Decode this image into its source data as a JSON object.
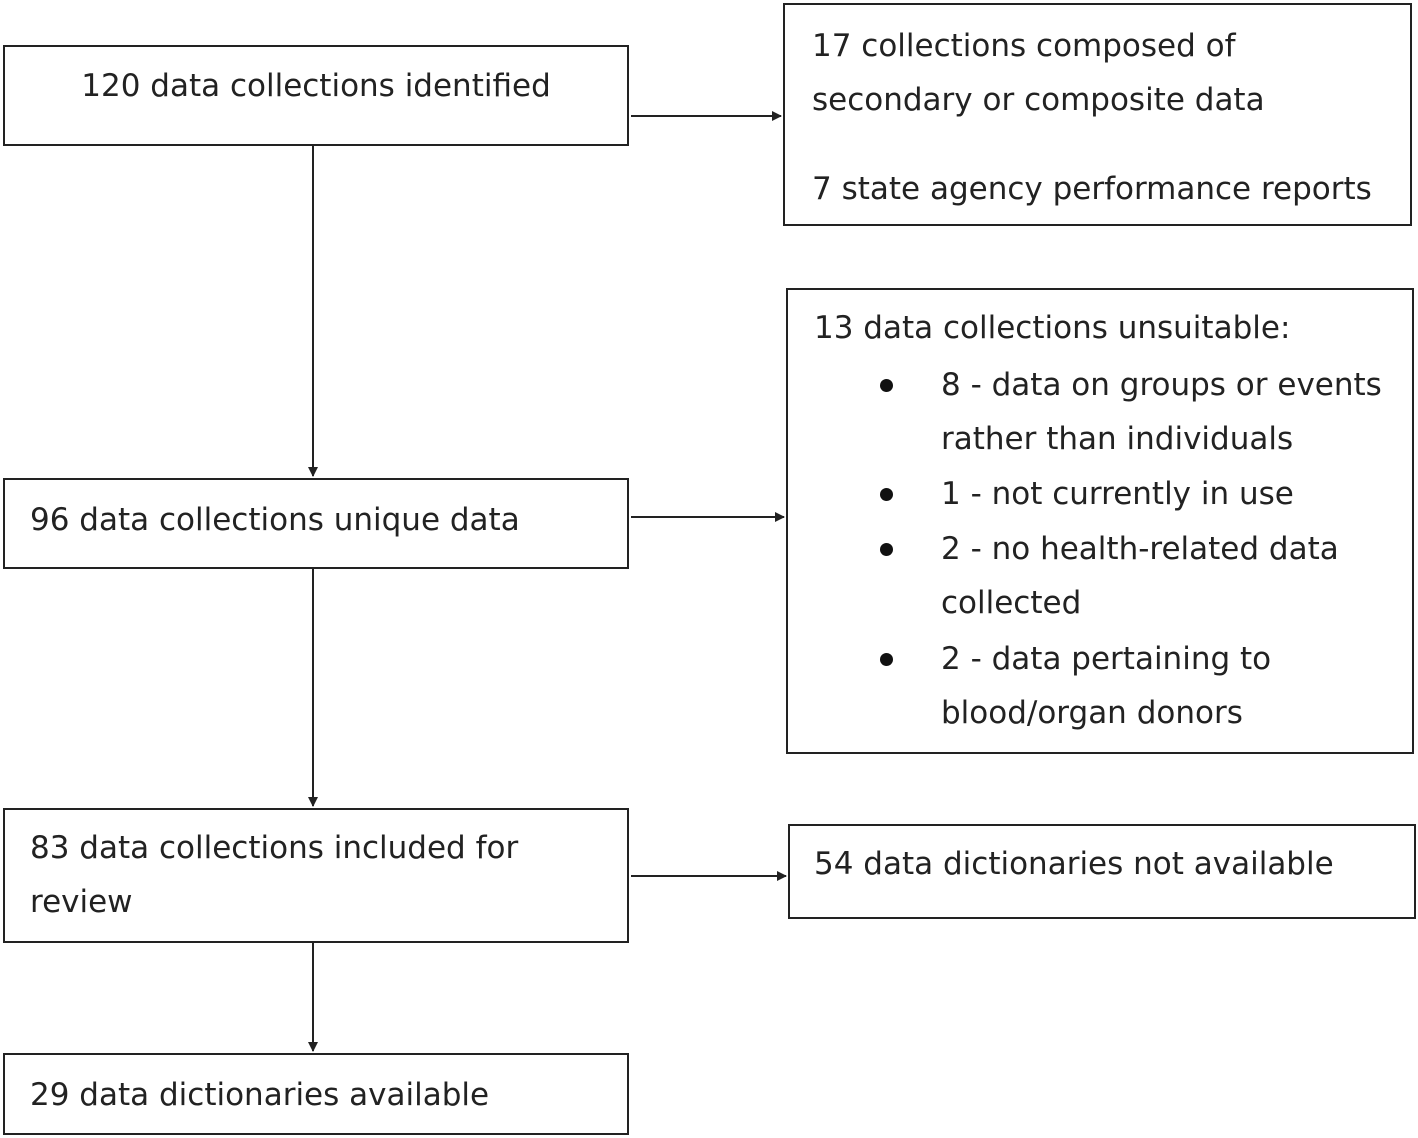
{
  "boxes": {
    "identified": "120 data collections identified",
    "excluded_first": {
      "line1": "17 collections composed of",
      "line2": "secondary or composite data",
      "line3": "7 state agency performance reports"
    },
    "unique": "96 data collections unique data",
    "unsuitable": {
      "heading": "13 data collections unsuitable:",
      "items": [
        {
          "line1": "8 - data on groups or events",
          "line2": "rather than individuals"
        },
        {
          "line1": "1 - not currently in use"
        },
        {
          "line1": "2 - no health-related data",
          "line2": "collected"
        },
        {
          "line1": "2 - data pertaining to",
          "line2": "blood/organ donors"
        }
      ]
    },
    "included": {
      "line1": "83 data collections included for",
      "line2": "review"
    },
    "not_available": "54 data dictionaries not available",
    "available": "29 data dictionaries available"
  },
  "colors": {
    "line": "#222222",
    "background": "#ffffff"
  }
}
